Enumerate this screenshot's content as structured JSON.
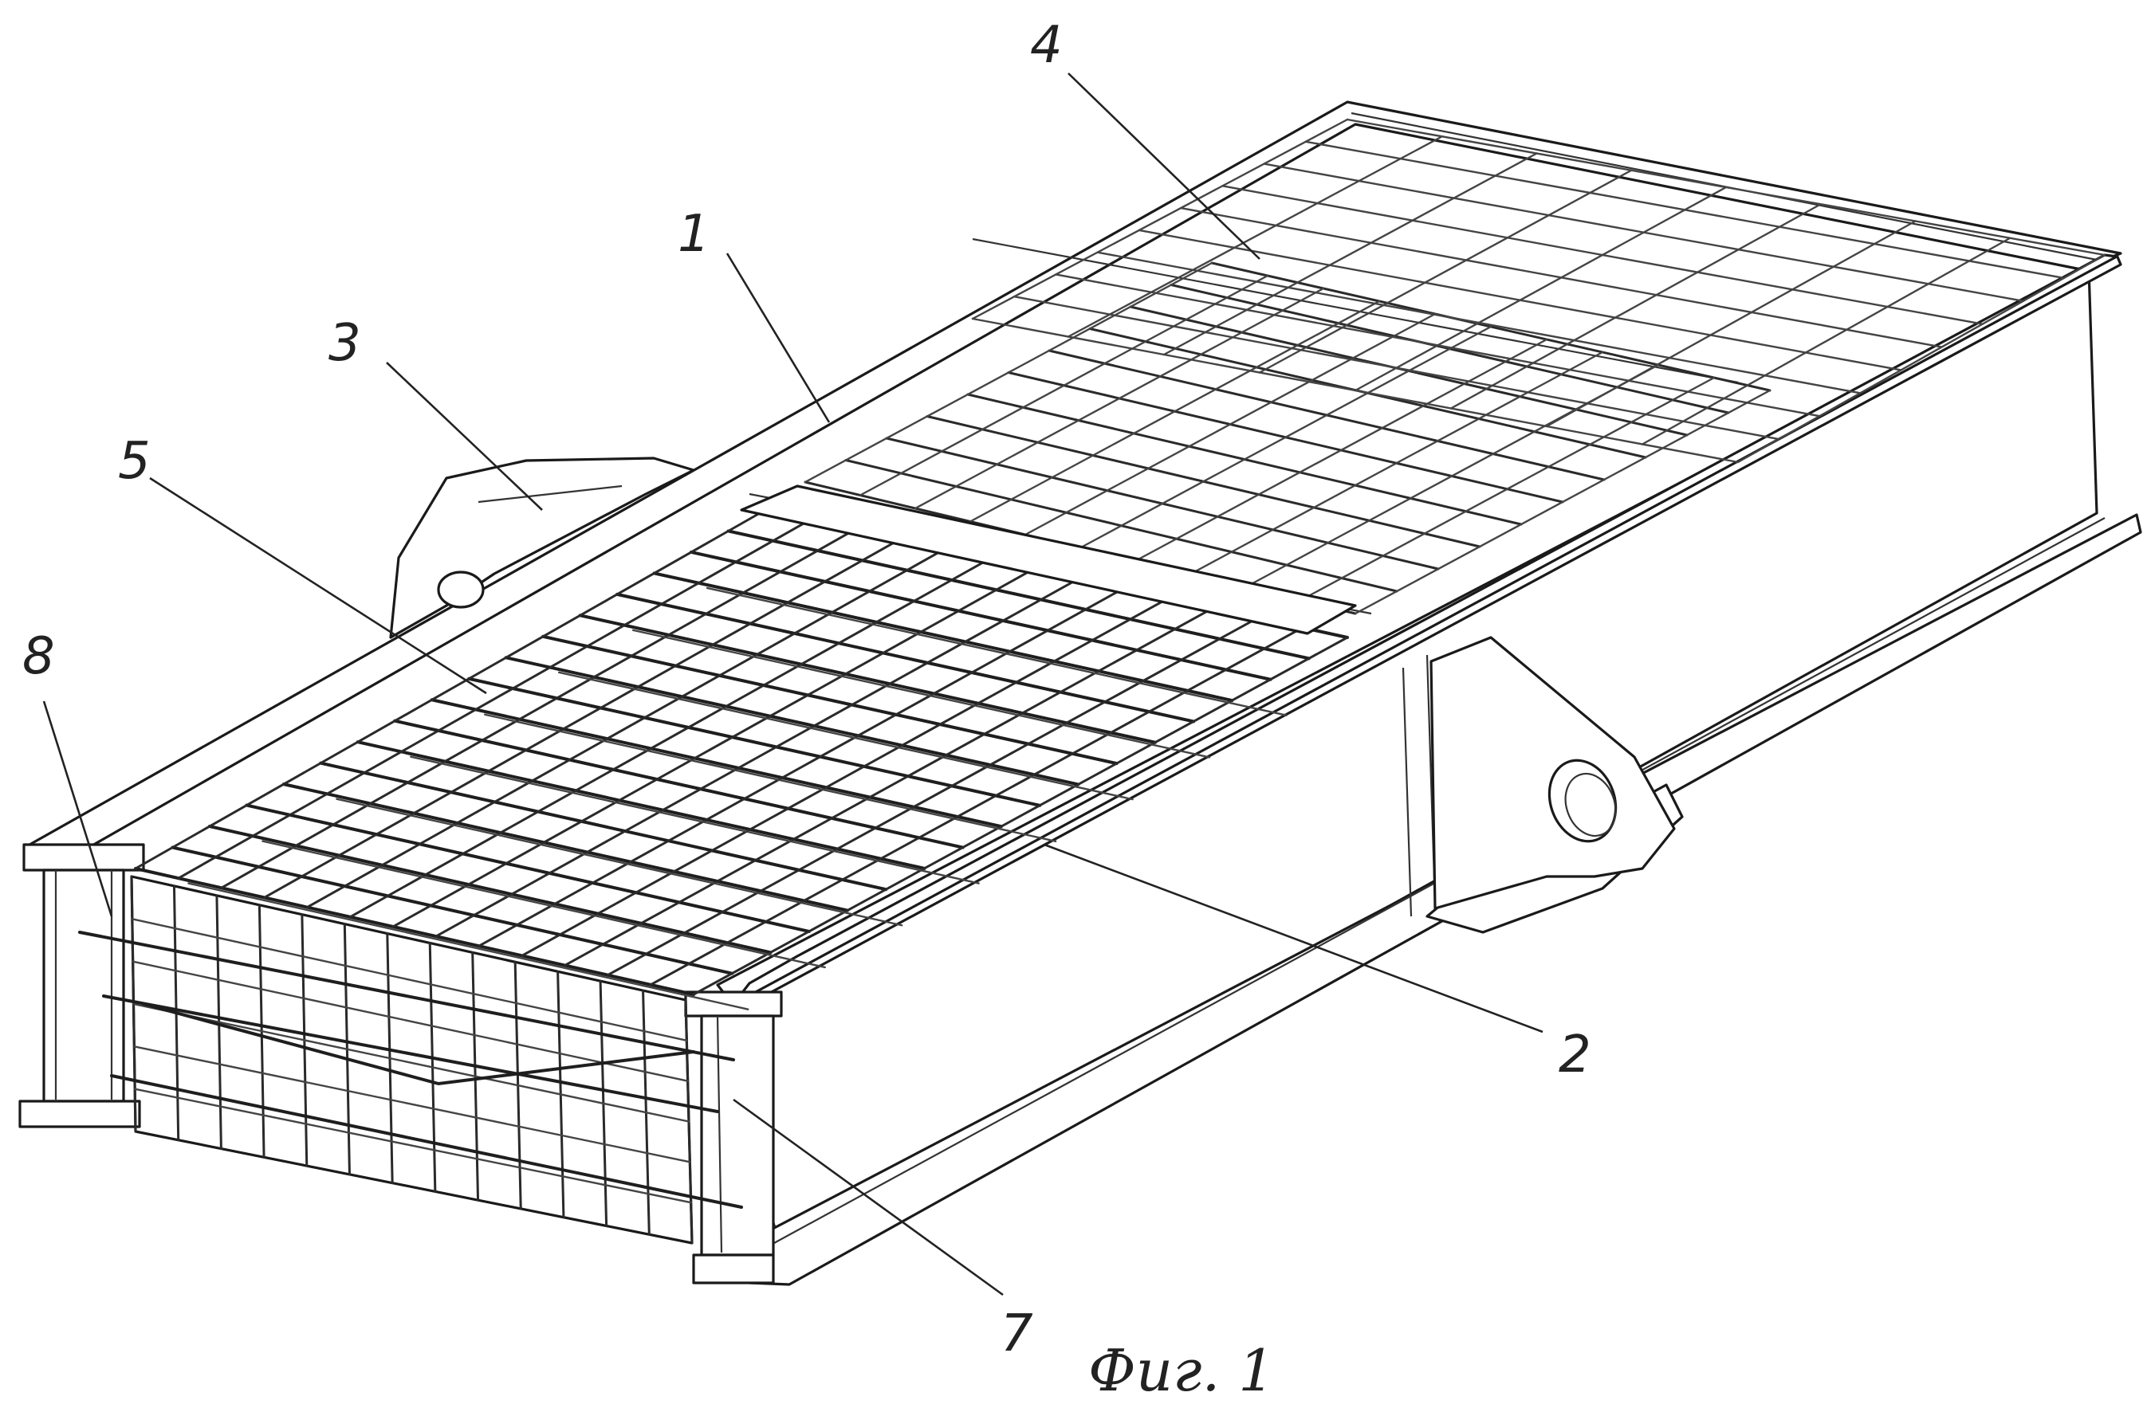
{
  "labels": {
    "l1": "1",
    "l2": "2",
    "l3": "3",
    "l4": "4",
    "l5": "5",
    "l7": "7",
    "l8": "8"
  },
  "caption": "Фиг. 1"
}
